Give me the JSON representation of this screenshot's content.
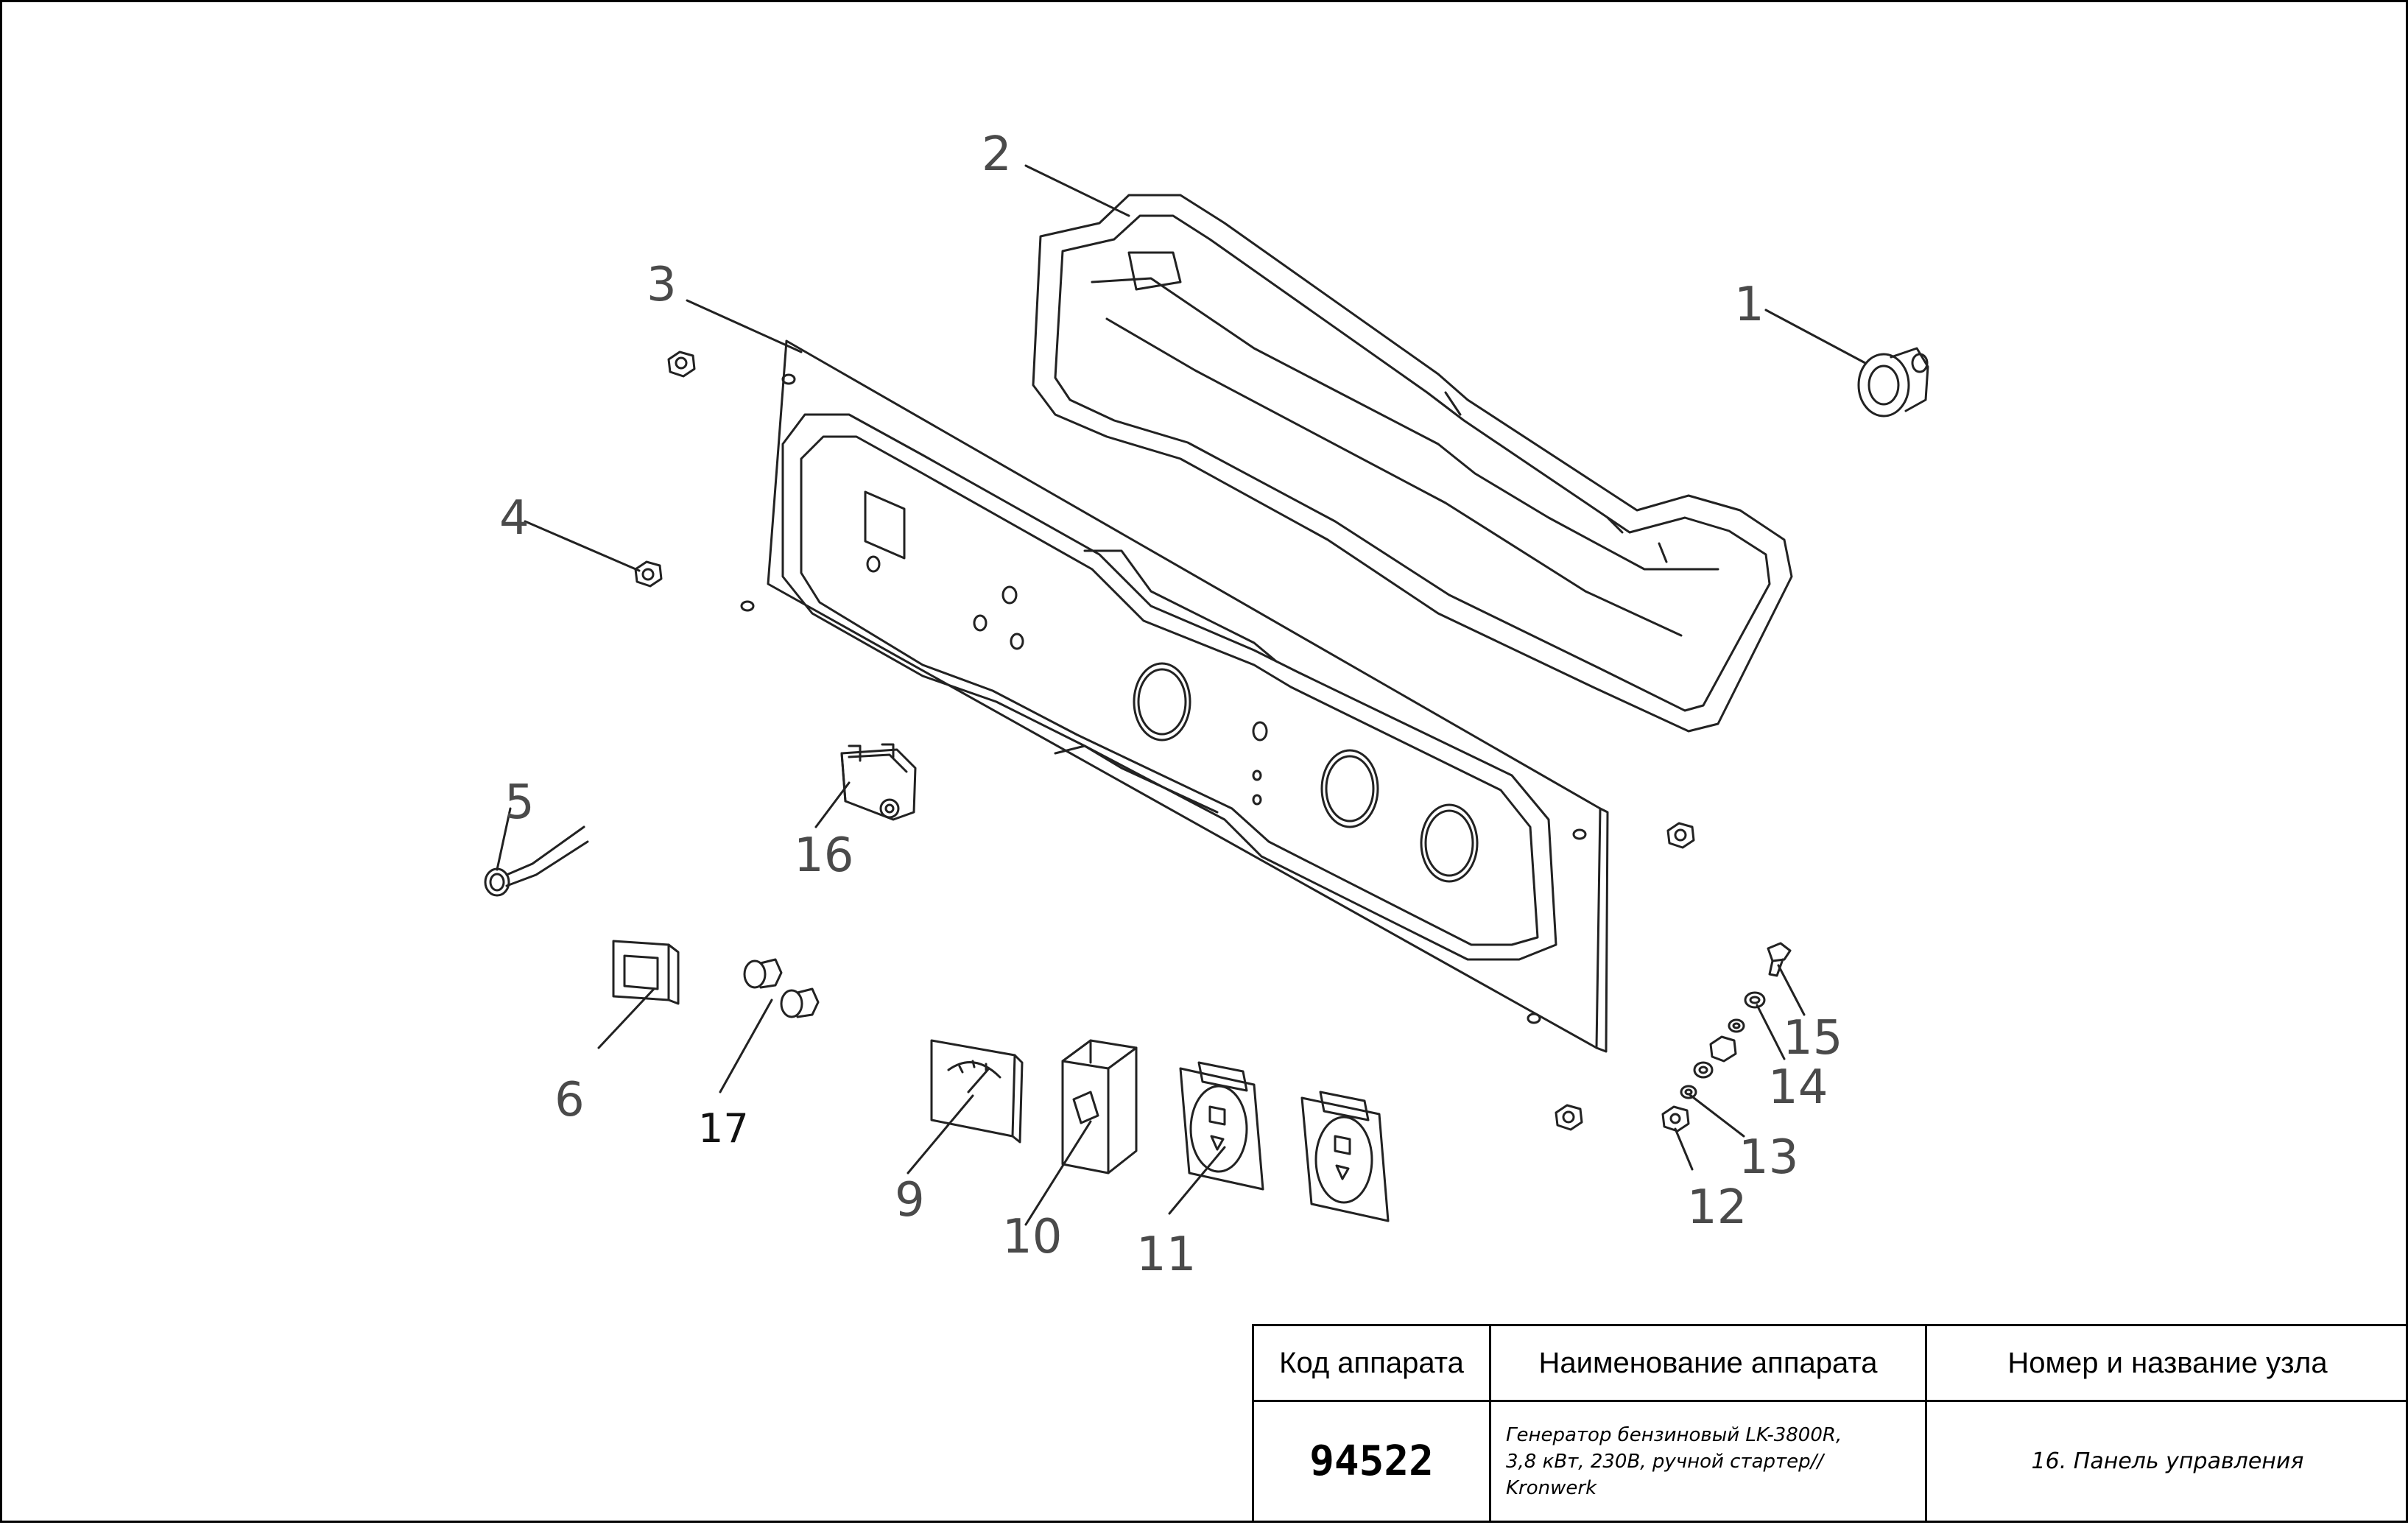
{
  "callouts": {
    "c1": "1",
    "c2": "2",
    "c3": "3",
    "c4": "4",
    "c5": "5",
    "c6": "6",
    "c9": "9",
    "c10": "10",
    "c11": "11",
    "c12": "12",
    "c13": "13",
    "c14": "14",
    "c15": "15",
    "c16": "16",
    "c17": "17"
  },
  "title_block": {
    "header_code": "Код аппарата",
    "header_name": "Наименование аппарата",
    "header_unit": "Номер и название узла",
    "code": "94522",
    "name_line1": "Генератор бензиновый LK-3800R,",
    "name_line2": "3,8 кВт, 230В, ручной стартер//",
    "name_line3": "Kronwerk",
    "unit": "16. Панель управления"
  },
  "colors": {
    "line": "#222222",
    "callout": "#4a4a4a",
    "border": "#000000"
  }
}
